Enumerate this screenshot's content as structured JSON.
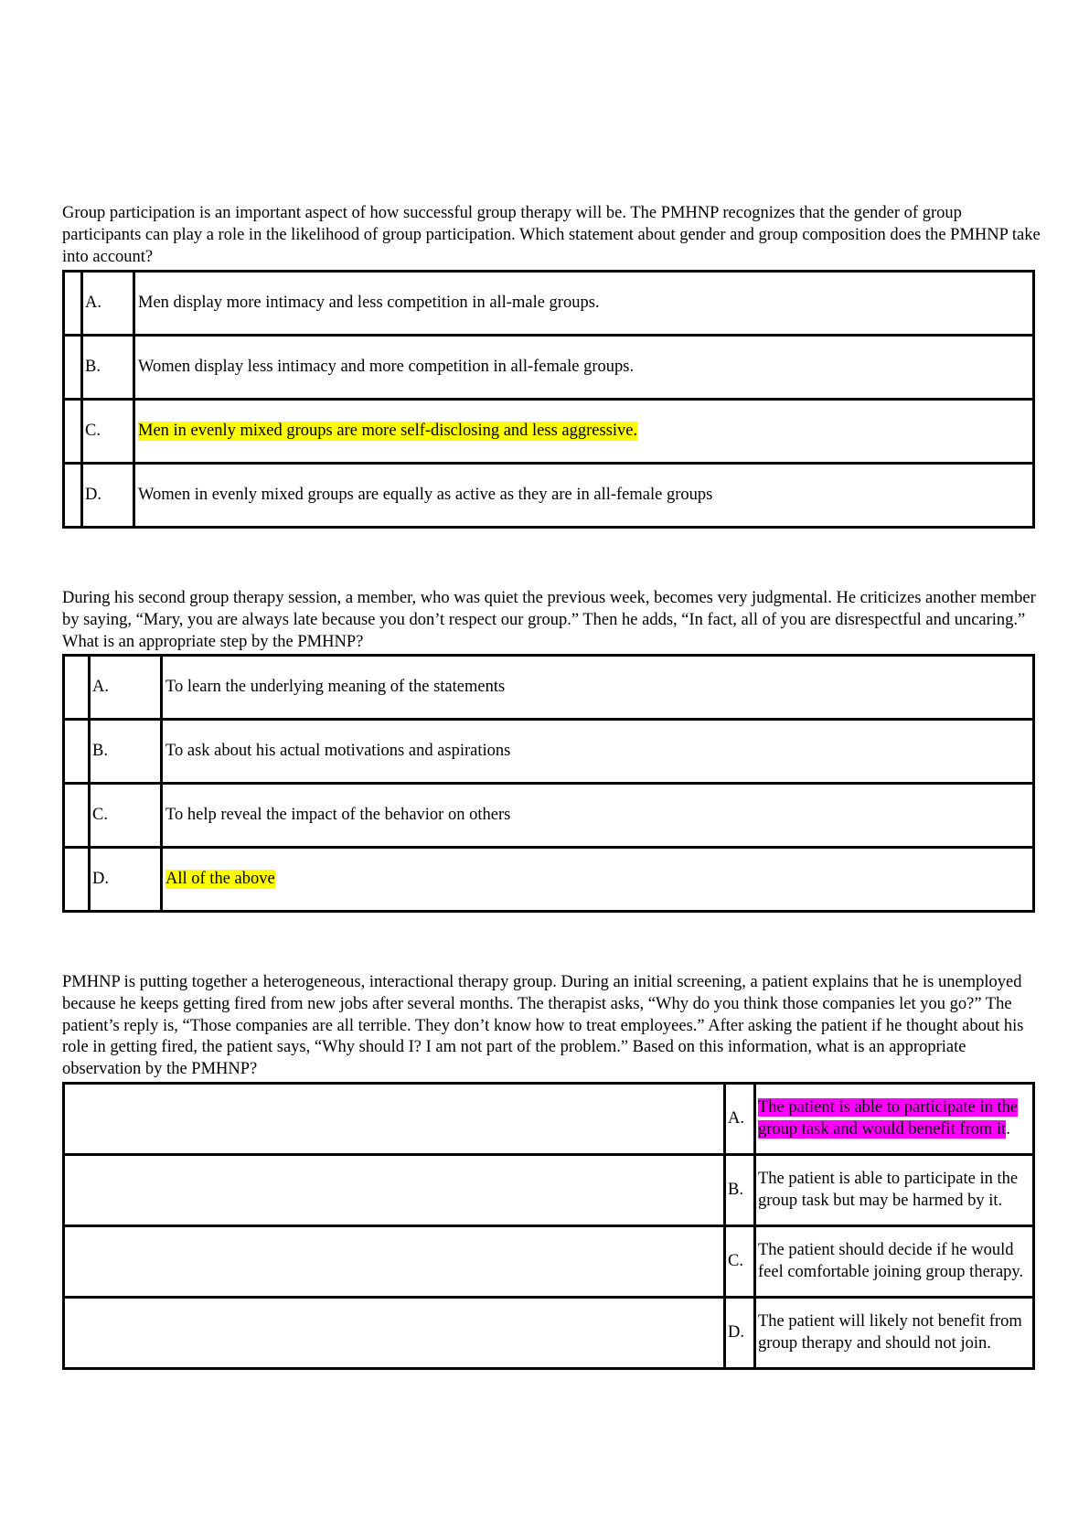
{
  "questions": [
    {
      "stem": "Group participation is an important aspect of how successful group therapy will be. The PMHNP recognizes that the gender of group participants can play a role in the likelihood of group participation. Which statement about gender and group composition does the PMHNP take into account?",
      "options": [
        {
          "letter": "A.",
          "text": "Men display more intimacy and less competition in all-male groups.",
          "highlighted": false
        },
        {
          "letter": "B.",
          "text": "Women display less intimacy and more competition in all-female groups.",
          "highlighted": false
        },
        {
          "letter": "C.",
          "text": "Men in evenly mixed groups are more self-disclosing and less aggressive.",
          "highlighted": true
        },
        {
          "letter": "D.",
          "text": "Women in evenly mixed groups are equally as active as they are in all-female groups",
          "highlighted": false
        }
      ]
    },
    {
      "stem": "During his second group therapy session, a member, who was quiet the previous week, becomes very judgmental. He criticizes another member by saying, “Mary, you are always late because you don’t respect our group.” Then he adds, “In fact, all of you are disrespectful and uncaring.” What is an appropriate step by the PMHNP?",
      "options": [
        {
          "letter": "A.",
          "text": "To learn the underlying meaning of the statements",
          "highlighted": false
        },
        {
          "letter": "B.",
          "text": "To ask about his actual motivations and aspirations",
          "highlighted": false
        },
        {
          "letter": "C.",
          "text": "To help reveal the impact of the behavior on others",
          "highlighted": false
        },
        {
          "letter": "D.",
          "text": "All of the above",
          "highlighted": true
        }
      ]
    },
    {
      "stem": "PMHNP is putting together a heterogeneous, interactional therapy group. During an initial screening, a patient explains that he is unemployed because he keeps getting fired from new jobs after several months. The therapist asks, “Why do you think those companies let you go?” The patient’s reply is, “Those companies are all terrible. They don’t know how to treat employees.” After asking the patient if he thought about his role in getting fired, the patient says, “Why should I? I am not part of the problem.” Based on this information, what is an appropriate observation by the PMHNP?",
      "options": [
        {
          "letter": "A.",
          "text": "The patient is able to participate in the group task and would benefit from it",
          "suffix": ".",
          "highlighted": true
        },
        {
          "letter": "B.",
          "text": "The patient is able to participate in the group task but may be harmed by it.",
          "highlighted": false
        },
        {
          "letter": "C.",
          "text": "The patient should decide if he would feel comfortable joining group therapy.",
          "highlighted": false
        },
        {
          "letter": "D.",
          "text": "The patient will likely not benefit from group therapy and should not join.",
          "highlighted": false
        }
      ]
    }
  ],
  "colors": {
    "highlight_yellow": "#ffff00",
    "highlight_magenta": "#ff00ff"
  }
}
